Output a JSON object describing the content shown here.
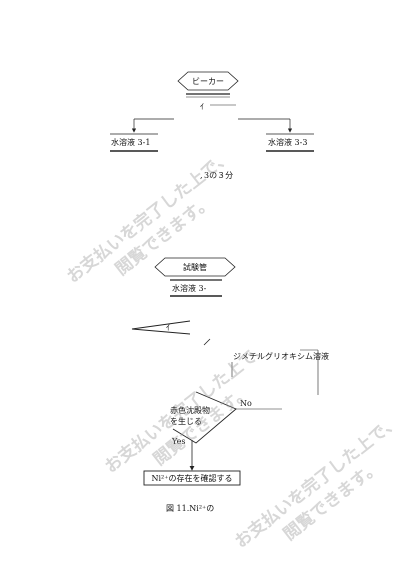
{
  "diagram": {
    "top": {
      "beaker": "ビーカー",
      "left_box": "水溶液 3-1",
      "right_box": "水溶液 3-3",
      "note": "3の３分"
    },
    "bottom": {
      "tube": "試験管",
      "sample_box": "水溶液 3-",
      "reagent": "ジメチルグリオキシム溶液",
      "decision_line1": "赤色沈殿物",
      "decision_line2": "を生じる",
      "yes": "Yes",
      "no": "No",
      "result": "Ni²⁺の存在を確認する"
    },
    "caption": "図 11.Ni²⁺の"
  },
  "watermarks": [
    {
      "line1": "お支払いを完了した上で、",
      "line2": "閲覧できます。"
    },
    {
      "line1": "お支払いを完了した上で、",
      "line2": "閲覧できます。"
    },
    {
      "line1": "お支払いを完了した上で、",
      "line2": "閲覧できます。"
    }
  ]
}
